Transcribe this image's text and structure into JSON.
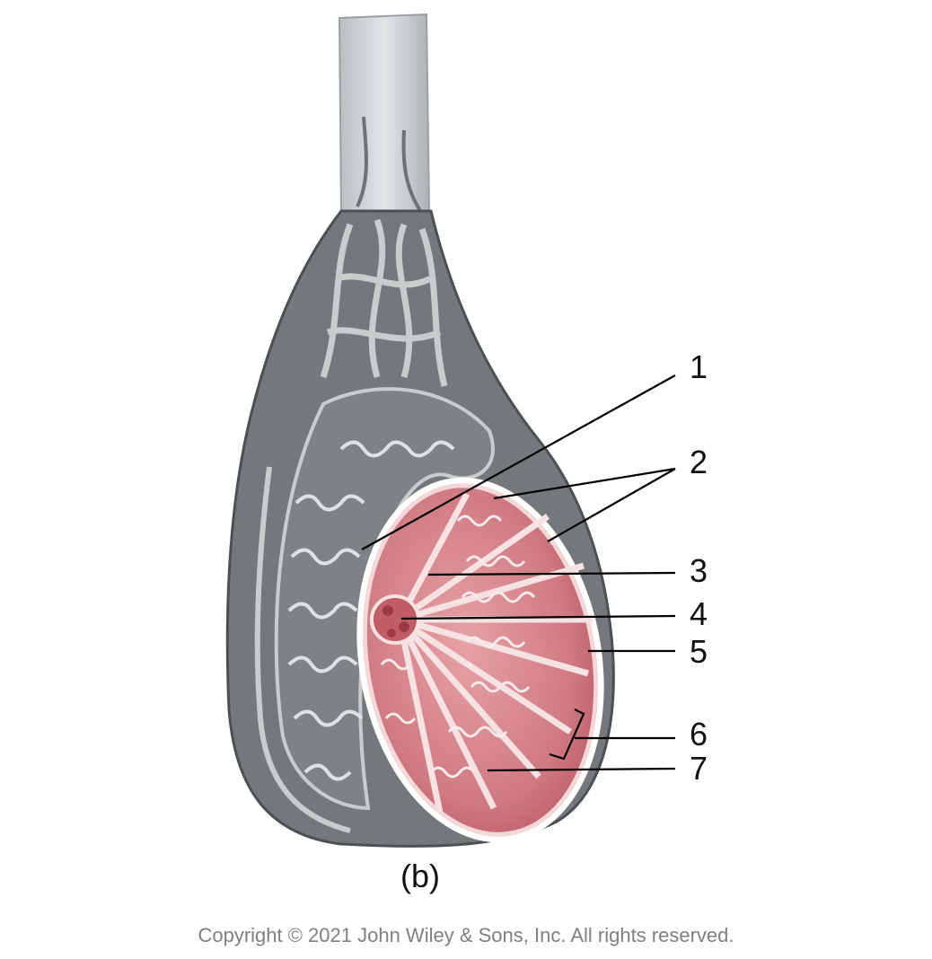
{
  "figure": {
    "labels": [
      "1",
      "2",
      "3",
      "4",
      "5",
      "6",
      "7"
    ],
    "caption": "(b)",
    "copyright": "Copyright © 2021 John Wiley & Sons, Inc. All rights reserved."
  },
  "colors": {
    "tunic_gray": "#6e7173",
    "tunic_light": "#c9cccd",
    "tubule_white": "#e6e8e8",
    "testis_pink": "#d9838a",
    "testis_dark": "#b54a55",
    "cord_gray": "#cfd4d6"
  }
}
